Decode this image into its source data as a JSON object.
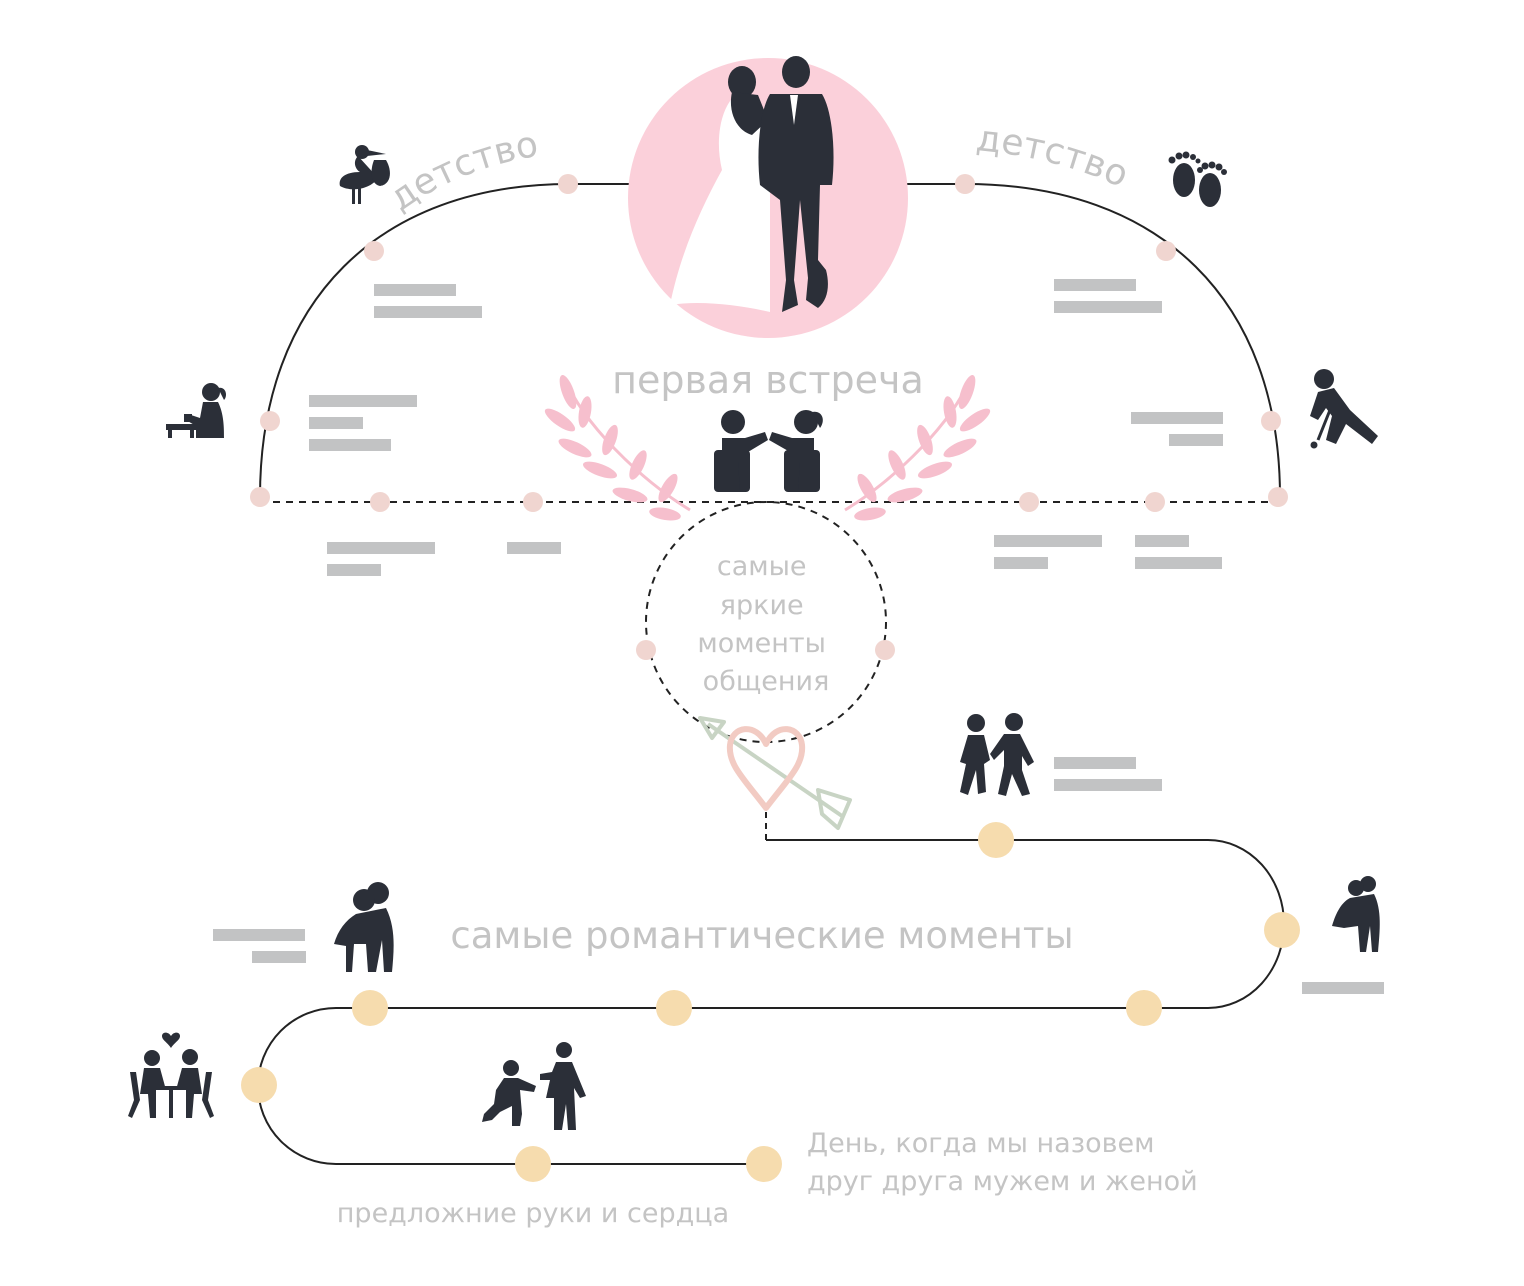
{
  "labels": {
    "childhood_left": "детство",
    "childhood_right": "детство",
    "first_meeting": "первая встреча",
    "bright_moments": [
      "самые",
      "яркие",
      "моменты",
      "общения"
    ],
    "romantic_moments": "самые романтические моменты",
    "proposal": "предложние руки и сердца",
    "wedding_day": [
      "День, когда мы назовем",
      "друг друга мужем и женой"
    ]
  },
  "colors": {
    "line": "#222222",
    "pink_dot": "#f0d5d0",
    "yellow_dot": "#f6dcae",
    "placeholder_bar": "#c2c3c4",
    "label_text": "#c4c4c4",
    "pink_circle": "#fbd0da",
    "heart": "#f2cbc3",
    "arrow": "#c8d4c4",
    "icon": "#2b2f38",
    "laurel": "#f6bfcd"
  },
  "icons": [
    "couple-wedding-icon",
    "stork-icon",
    "baby-feet-icon",
    "girl-playing-icon",
    "boy-hockey-icon",
    "couple-sitting-icon",
    "laurel-left-icon",
    "laurel-right-icon",
    "heart-arrow-icon",
    "couple-walking-icon",
    "couple-hugging-icon",
    "couple-date-icon",
    "proposal-icon"
  ]
}
